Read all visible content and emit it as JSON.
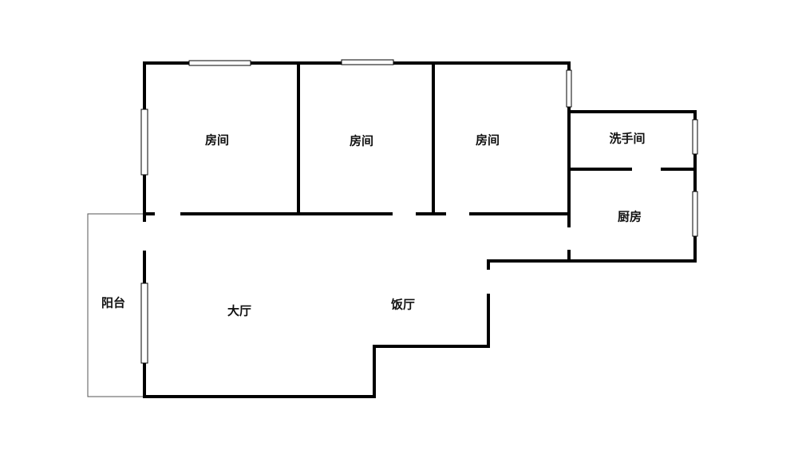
{
  "rooms": {
    "bedroom1": "房间",
    "bedroom2": "房间",
    "bedroom3": "房间",
    "bathroom": "洗手间",
    "kitchen": "厨房",
    "balcony": "阳台",
    "living_room": "大厅",
    "dining_room": "饭厅"
  },
  "colors": {
    "wall": "#000000",
    "window_fill": "#ffffff",
    "balcony_line": "#555555"
  }
}
